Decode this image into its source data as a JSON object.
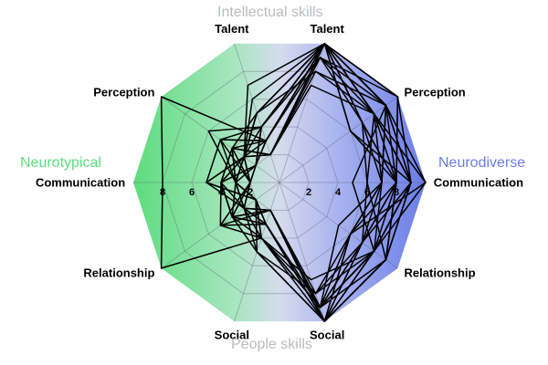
{
  "chart_data": {
    "type": "radar",
    "title_top": "Intellectual skills",
    "title_bottom": "People skills",
    "groups": [
      {
        "name": "Neurotypical",
        "side": "left",
        "color": "#5ddc7e"
      },
      {
        "name": "Neurodiverse",
        "side": "right",
        "color": "#6a7ce8"
      }
    ],
    "axes": [
      "Talent",
      "Perception",
      "Communication",
      "Relationship",
      "Social",
      "Social",
      "Relationship",
      "Communication",
      "Perception",
      "Talent"
    ],
    "axis_sides": [
      "right",
      "right",
      "right",
      "right",
      "right",
      "left",
      "left",
      "left",
      "left",
      "left"
    ],
    "range": [
      0,
      10
    ],
    "ticks": [
      2,
      4,
      6,
      8
    ],
    "profiles": [
      [
        10,
        9,
        8,
        7,
        10,
        3,
        4,
        2,
        3,
        4
      ],
      [
        10,
        8,
        9,
        8,
        9,
        4,
        3,
        3,
        4,
        2
      ],
      [
        10,
        7,
        6,
        9,
        10,
        2,
        5,
        4,
        2,
        3
      ],
      [
        9,
        9,
        7,
        6,
        8,
        5,
        3,
        2,
        5,
        4
      ],
      [
        10,
        10,
        9,
        8,
        10,
        3,
        2,
        5,
        3,
        5
      ],
      [
        10,
        6,
        8,
        7,
        9,
        4,
        4,
        3,
        2,
        3
      ],
      [
        8,
        9,
        9,
        9,
        10,
        2,
        3,
        4,
        4,
        2
      ],
      [
        10,
        8,
        7,
        5,
        9,
        3,
        5,
        2,
        3,
        6
      ],
      [
        10,
        9,
        10,
        8,
        7,
        4,
        2,
        3,
        5,
        3
      ],
      [
        9,
        7,
        8,
        9,
        10,
        5,
        4,
        4,
        2,
        4
      ],
      [
        10,
        8,
        6,
        7,
        9,
        2,
        3,
        3,
        3,
        5
      ],
      [
        10,
        10,
        8,
        9,
        10,
        3,
        4,
        2,
        4,
        3
      ],
      [
        7,
        8,
        9,
        8,
        9,
        4,
        2,
        5,
        3,
        2
      ],
      [
        10,
        9,
        7,
        6,
        10,
        3,
        3,
        3,
        6,
        4
      ],
      [
        10,
        7,
        8,
        8,
        8,
        2,
        4,
        4,
        3,
        7
      ],
      [
        9,
        8,
        9,
        7,
        10,
        4,
        10,
        8,
        10,
        3
      ],
      [
        10,
        9,
        5,
        8,
        9,
        3,
        3,
        2,
        2,
        4
      ],
      [
        10,
        6,
        9,
        9,
        10,
        5,
        2,
        3,
        4,
        2
      ],
      [
        8,
        8,
        8,
        6,
        9,
        2,
        4,
        4,
        3,
        5
      ],
      [
        10,
        9,
        9,
        8,
        10,
        3,
        3,
        5,
        5,
        3
      ],
      [
        10,
        7,
        7,
        7,
        8,
        4,
        5,
        2,
        2,
        4
      ],
      [
        9,
        10,
        8,
        9,
        9,
        3,
        2,
        3,
        3,
        2
      ],
      [
        10,
        8,
        10,
        6,
        10,
        2,
        4,
        4,
        4,
        5
      ],
      [
        10,
        9,
        7,
        8,
        9,
        4,
        3,
        3,
        3,
        3
      ]
    ]
  }
}
